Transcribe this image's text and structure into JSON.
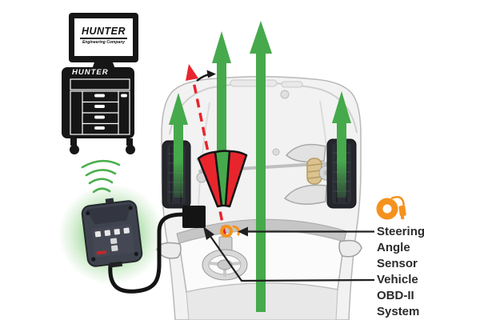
{
  "title": "Hunter wheel alignment system diagram with steering angle sensor",
  "console": {
    "monitor_logo": "HUNTER",
    "monitor_subtitle": "Engineering Company",
    "cabinet_logo": "HUNTER"
  },
  "callouts": {
    "steering_angle_sensor": {
      "text": "Steering Angle Sensor"
    },
    "vehicle_obd_system": {
      "text": "Vehicle OBD-II System"
    }
  },
  "icons": {
    "wifi_signal": "green-signal-arcs",
    "steering_angle_sensor": "orange-coil-ring",
    "obd_connector": "black-square-connector",
    "direction_arrow": "green-up-arrow",
    "deviation_arrow": "red-dashed-arrow",
    "correction_arrow": "small-black-right-arrow"
  },
  "colors": {
    "green": "#46A94C",
    "red": "#E8252D",
    "orange": "#F5921E",
    "console_black": "#161616",
    "label_text": "#2B2B2B",
    "car_body": "#F2F2F2"
  }
}
